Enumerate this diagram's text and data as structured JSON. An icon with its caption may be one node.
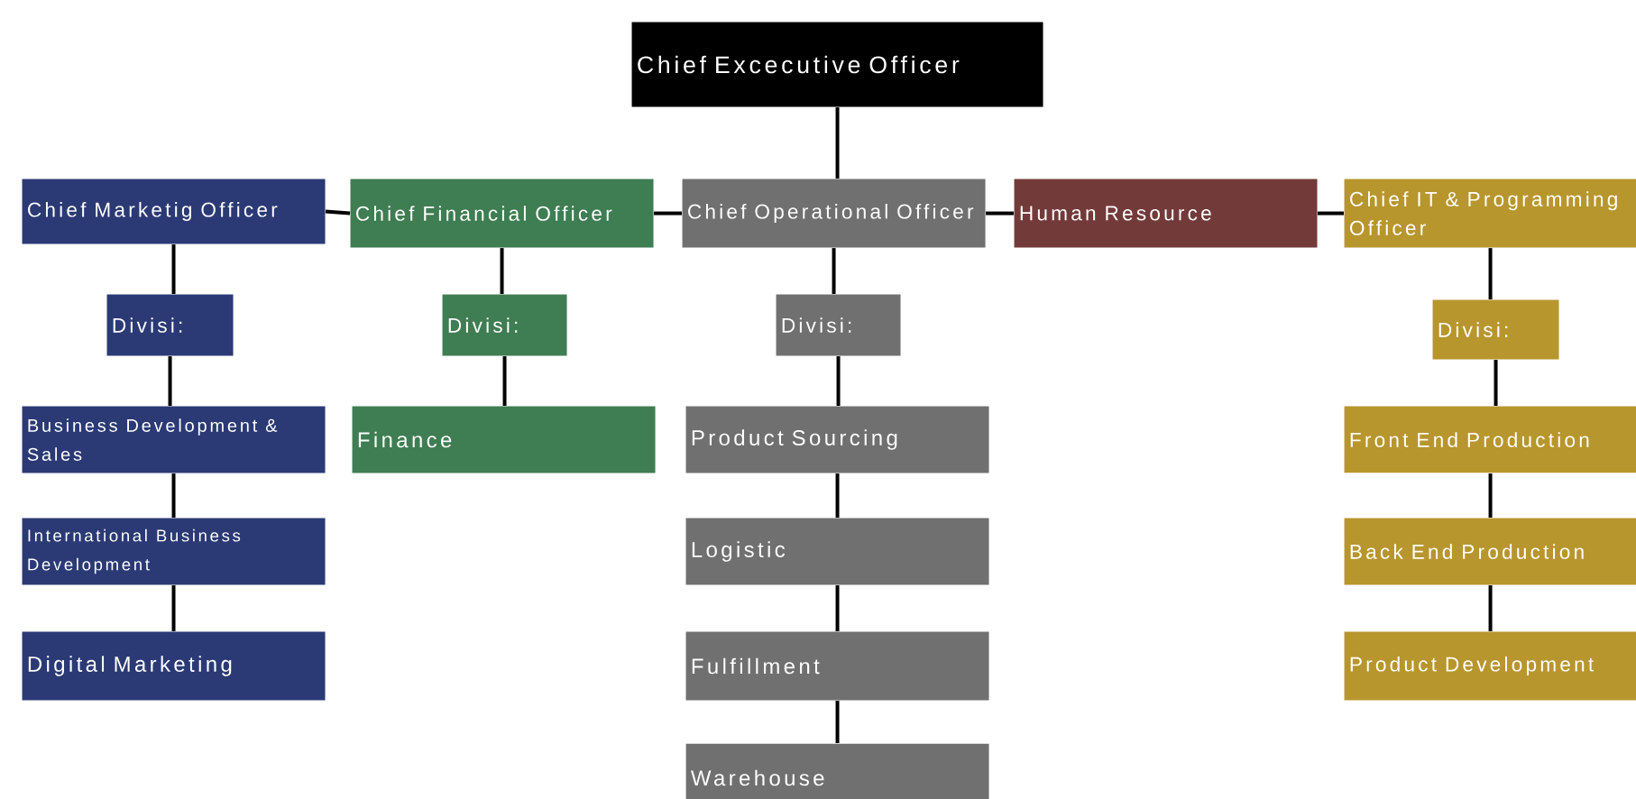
{
  "diagram": {
    "nodes": [
      {
        "text": [
          "Chief Excecutive Officer"
        ]
      },
      {
        "text": [
          "Chief Marketig Officer"
        ]
      },
      {
        "text": [
          "Chief Financial Officer"
        ]
      },
      {
        "text": [
          "Chief Operational Officer"
        ]
      },
      {
        "text": [
          "Human Resource"
        ]
      },
      {
        "text": [
          "Chief IT & Programming Officer"
        ]
      },
      {
        "text": [
          "Divisi:"
        ]
      },
      {
        "text": [
          "Business Development & Sales"
        ]
      },
      {
        "text": [
          "International Business Development"
        ]
      },
      {
        "text": [
          "Digital Marketing"
        ]
      },
      {
        "text": [
          "Divisi:"
        ]
      },
      {
        "text": [
          "Finance"
        ]
      },
      {
        "text": [
          "Divisi:"
        ]
      },
      {
        "text": [
          "Product Sourcing"
        ]
      },
      {
        "text": [
          "Logistic"
        ]
      },
      {
        "text": [
          "Fulfillment"
        ]
      },
      {
        "text": [
          "Warehouse"
        ]
      },
      {
        "text": [
          "Divisi:"
        ]
      },
      {
        "text": [
          "Front End Production"
        ]
      },
      {
        "text": [
          "Back End Production"
        ]
      },
      {
        "text": [
          "Product Development"
        ]
      }
    ],
    "edges": [
      {
        "from": 0,
        "to": 3,
        "arrow": "none"
      },
      {
        "from": 1,
        "to": 2,
        "arrow": "none"
      },
      {
        "from": 2,
        "to": 3,
        "arrow": "none"
      },
      {
        "from": 3,
        "to": 4,
        "arrow": "none"
      },
      {
        "from": 4,
        "to": 5,
        "arrow": "none"
      },
      {
        "from": 1,
        "to": 6,
        "arrow": "none"
      },
      {
        "from": 6,
        "to": 7,
        "arrow": "none"
      },
      {
        "from": 7,
        "to": 8,
        "arrow": "none"
      },
      {
        "from": 8,
        "to": 9,
        "arrow": "none"
      },
      {
        "from": 2,
        "to": 10,
        "arrow": "none"
      },
      {
        "from": 10,
        "to": 11,
        "arrow": "none"
      },
      {
        "from": 3,
        "to": 12,
        "arrow": "none"
      },
      {
        "from": 12,
        "to": 13,
        "arrow": "none"
      },
      {
        "from": 13,
        "to": 14,
        "arrow": "none"
      },
      {
        "from": 14,
        "to": 15,
        "arrow": "none"
      },
      {
        "from": 15,
        "to": 16,
        "arrow": "none"
      },
      {
        "from": 5,
        "to": 17,
        "arrow": "none"
      },
      {
        "from": 17,
        "to": 18,
        "arrow": "none"
      },
      {
        "from": 18,
        "to": 19,
        "arrow": "none"
      },
      {
        "from": 19,
        "to": 20,
        "arrow": "none"
      }
    ]
  }
}
